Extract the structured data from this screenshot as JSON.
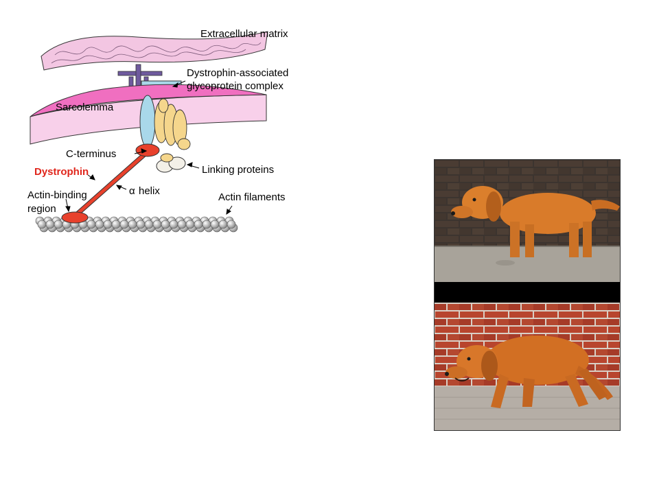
{
  "diagram": {
    "labels": {
      "extracellular_matrix": "Extracellular matrix",
      "dagc_line1": "Dystrophin-associated",
      "dagc_line2": "glycoprotein complex",
      "sarcolemma": "Sarcolemma",
      "c_terminus": "C-terminus",
      "linking_proteins": "Linking proteins",
      "dystrophin": "Dystrophin",
      "alpha_symbol": "α",
      "helix": "helix",
      "actin_binding_line1": "Actin-binding",
      "actin_binding_line2": "region",
      "actin_filaments": "Actin filaments"
    },
    "colors": {
      "matrix": "#f3c6e2",
      "sarcolemma": "#f06fc0",
      "dystrophin": "#e8412c",
      "glycoprotein": "#a9d8ea",
      "linking": "#f5d68c",
      "receptor": "#6f5a9e",
      "actin": "#c9c9c9"
    }
  },
  "photos": {
    "top": {
      "subject": "healthy golden retriever",
      "wall": "dark brick wall"
    },
    "bottom": {
      "subject": "golden retriever with muscular dystrophy",
      "wall": "red brick wall"
    }
  }
}
